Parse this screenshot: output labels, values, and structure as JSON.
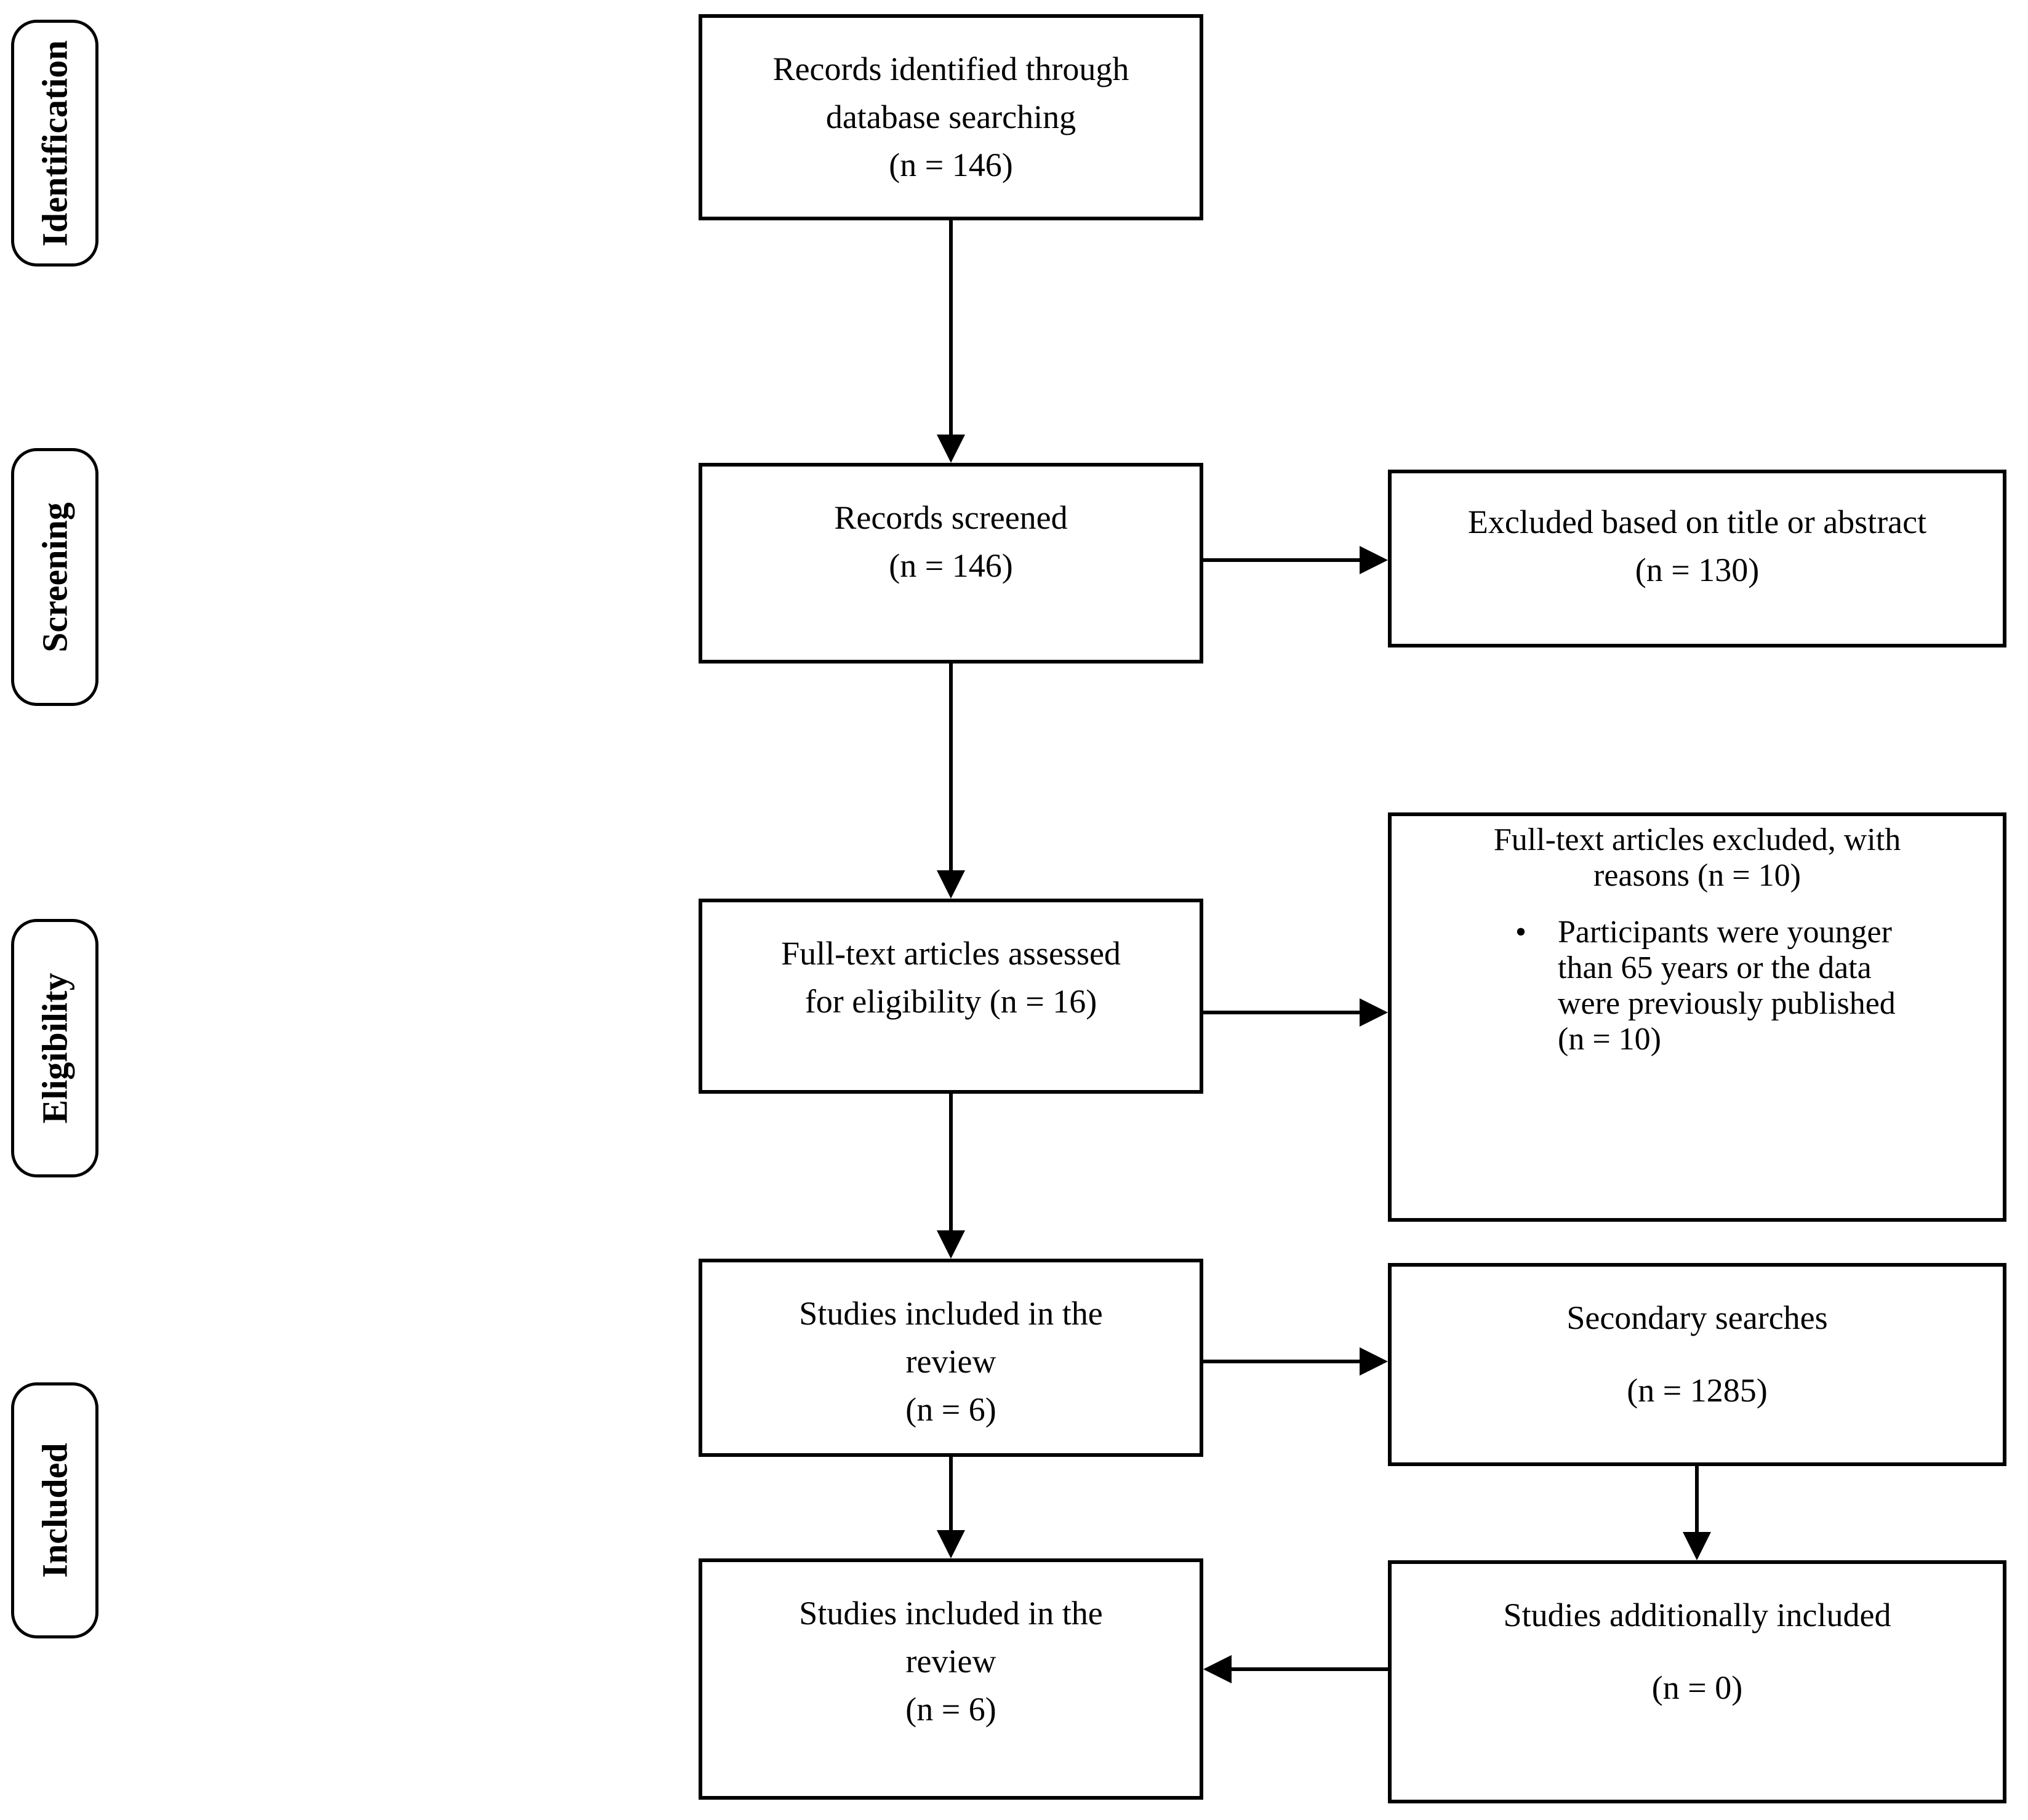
{
  "stages": [
    {
      "label": "Identification"
    },
    {
      "label": "Screening"
    },
    {
      "label": "Eligibility"
    },
    {
      "label": "Included"
    }
  ],
  "center_boxes": {
    "records_identified": {
      "lines": [
        "Records identified through",
        "database searching",
        "(n = 146)"
      ]
    },
    "records_screened": {
      "lines": [
        "Records screened",
        "(n = 146)"
      ]
    },
    "fulltext_assessed": {
      "lines": [
        "Full-text articles assessed",
        "for eligibility (n = 16)"
      ]
    },
    "studies_included": {
      "lines": [
        "Studies included in the",
        "review",
        "(n = 6)"
      ]
    },
    "studies_included_final": {
      "lines": [
        "Studies included in the",
        "review",
        "(n = 6)"
      ]
    }
  },
  "right_boxes": {
    "excluded_title_abstract": {
      "lines": [
        "Excluded based on title or abstract",
        "(n = 130)"
      ]
    },
    "fulltext_excluded": {
      "heading": [
        "Full-text articles excluded, with",
        "reasons (n = 10)"
      ],
      "bullet_marker": "•",
      "bullet_lines": [
        "Participants were younger",
        "than 65 years or the data",
        "were previously published",
        "(n = 10)"
      ]
    },
    "secondary_searches": {
      "lines": [
        "Secondary searches",
        "(n = 1285)"
      ]
    },
    "studies_additionally_included": {
      "lines": [
        "Studies additionally included",
        "(n = 0)"
      ]
    }
  },
  "colors": {
    "ink": "#000000",
    "background": "#ffffff"
  }
}
